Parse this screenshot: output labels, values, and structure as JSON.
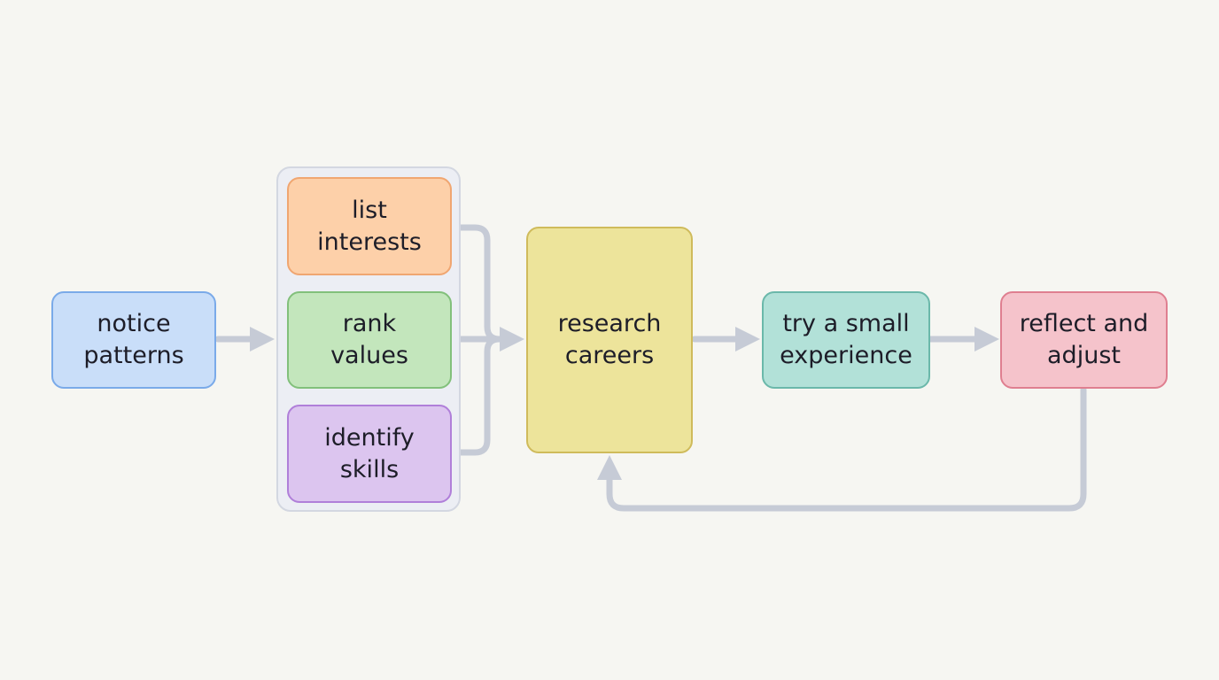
{
  "diagram": {
    "nodes": {
      "notice_patterns": {
        "label": "notice\npatterns",
        "fill": "#c9def9",
        "stroke": "#7aaae9"
      },
      "list_interests": {
        "label": "list\ninterests",
        "fill": "#fdd0a9",
        "stroke": "#f0a671"
      },
      "rank_values": {
        "label": "rank\nvalues",
        "fill": "#c3e6bc",
        "stroke": "#82c07b"
      },
      "identify_skills": {
        "label": "identify\nskills",
        "fill": "#dcc5ef",
        "stroke": "#b07fd9"
      },
      "research_careers": {
        "label": "research\ncareers",
        "fill": "#ede49b",
        "stroke": "#cfbb5b"
      },
      "try_small_experience": {
        "label": "try a small\nexperience",
        "fill": "#b2e1d8",
        "stroke": "#6bb8aa"
      },
      "reflect_and_adjust": {
        "label": "reflect and\nadjust",
        "fill": "#f5c3cb",
        "stroke": "#df7f90"
      }
    },
    "edges": [
      {
        "from": "notice_patterns",
        "to": "inputs_group"
      },
      {
        "from": "list_interests",
        "to": "research_careers"
      },
      {
        "from": "rank_values",
        "to": "research_careers"
      },
      {
        "from": "identify_skills",
        "to": "research_careers"
      },
      {
        "from": "research_careers",
        "to": "try_small_experience"
      },
      {
        "from": "try_small_experience",
        "to": "reflect_and_adjust"
      },
      {
        "from": "reflect_and_adjust",
        "to": "research_careers"
      }
    ],
    "colors": {
      "connector": "#c6cbd6",
      "group_fill": "#eceef4",
      "group_border": "#d3d7e1",
      "background": "#f6f6f2"
    }
  }
}
